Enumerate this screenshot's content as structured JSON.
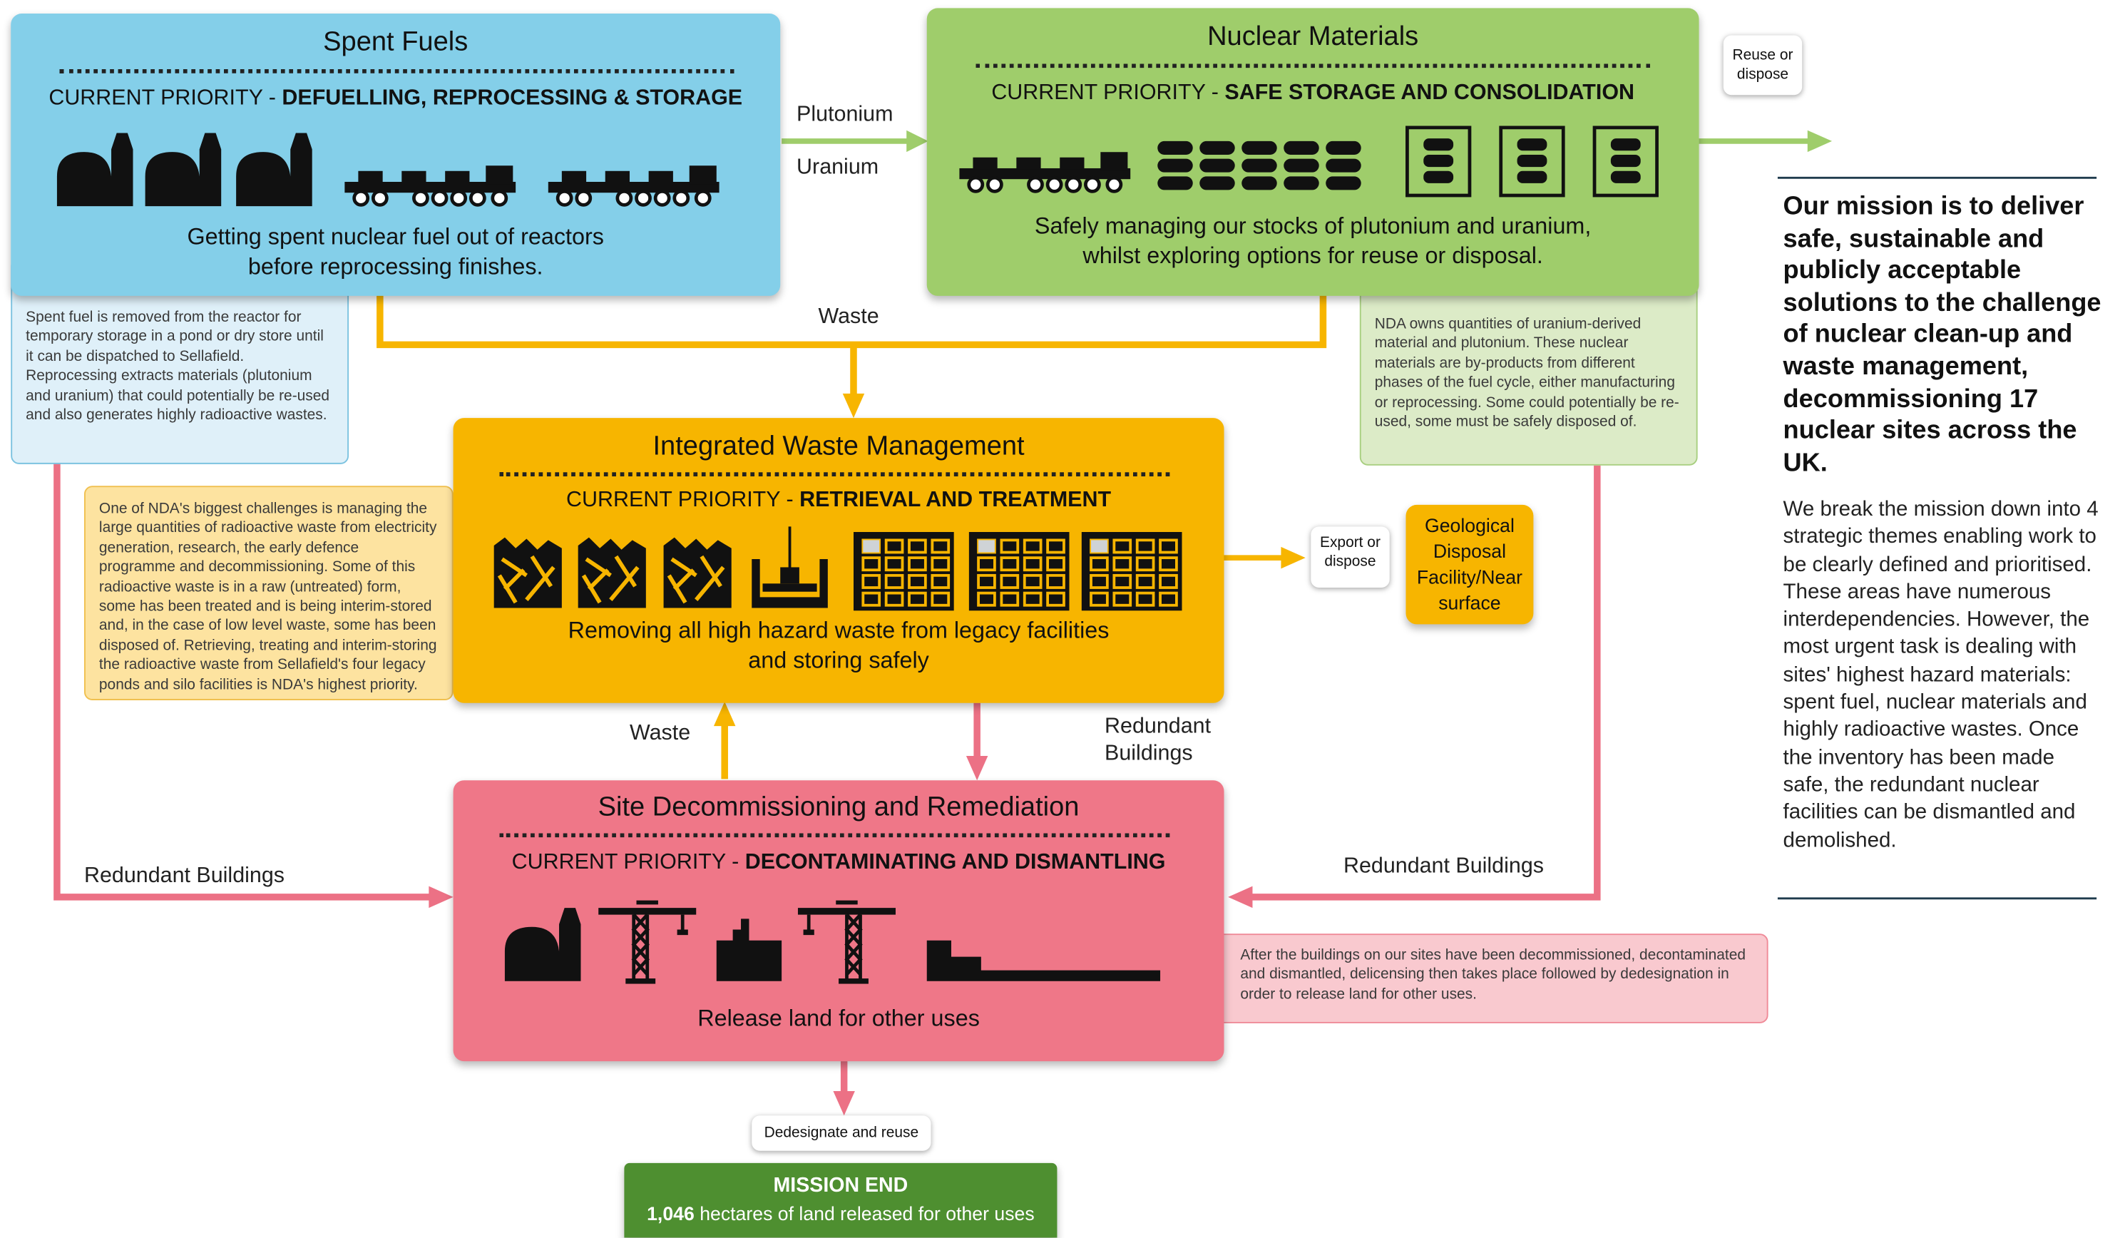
{
  "spent_fuels": {
    "title": "Spent Fuels",
    "priority_prefix": "CURRENT PRIORITY - ",
    "priority": "DEFUELLING, REPROCESSING & STORAGE",
    "description_line1": "Getting spent nuclear fuel out of reactors",
    "description_line2": "before reprocessing finishes.",
    "note": "Spent fuel is removed from the reactor for temporary storage in a pond or dry store until it can be dispatched to Sellafield. Reprocessing extracts materials (plutonium and uranium) that could potentially be re-used and also generates highly radioactive wastes."
  },
  "nuclear_materials": {
    "title": "Nuclear Materials",
    "priority_prefix": "CURRENT PRIORITY - ",
    "priority": "SAFE STORAGE AND CONSOLIDATION",
    "description_line1": "Safely managing our stocks of plutonium and uranium,",
    "description_line2": "whilst exploring options for reuse or disposal.",
    "note": "NDA owns quantities of uranium-derived material and plutonium. These nuclear materials are by-products from different phases of the fuel cycle, either manufacturing or reprocessing. Some could potentially be re-used, some must be safely disposed of."
  },
  "waste_management": {
    "title": "Integrated Waste Management",
    "priority_prefix": "CURRENT PRIORITY - ",
    "priority": "RETRIEVAL AND TREATMENT",
    "description_line1": "Removing all high hazard waste from legacy facilities",
    "description_line2": "and storing safely",
    "note": "One of NDA's biggest challenges is managing the large quantities of radioactive waste from electricity generation, research, the early defence programme and decommissioning. Some of this radioactive waste is in a raw (untreated) form, some has been treated and is being interim-stored and, in the case of low level waste, some has been disposed of. Retrieving, treating and interim-storing the radioactive waste from Sellafield's four legacy ponds and silo facilities is NDA's highest priority."
  },
  "decommissioning": {
    "title": "Site Decommissioning and Remediation",
    "priority_prefix": "CURRENT PRIORITY - ",
    "priority": "DECONTAMINATING AND DISMANTLING",
    "description": "Release land for other uses",
    "note": "After the buildings on our sites have been decommissioned, decontaminated and dismantled, delicensing then takes place followed by dedesignation in order to release land for other uses."
  },
  "flow_labels": {
    "plutonium": "Plutonium",
    "uranium": "Uranium",
    "waste_top": "Waste",
    "waste_mid": "Waste",
    "redundant_mid": "Redundant Buildings",
    "redundant_left": "Redundant Buildings",
    "redundant_right": "Redundant Buildings"
  },
  "tags": {
    "reuse_or_dispose": "Reuse or dispose",
    "export_or_dispose": "Export or dispose",
    "dedesignate": "Dedesignate and reuse"
  },
  "geological": "Geological Disposal Facility/Near surface",
  "mission_end": {
    "title": "MISSION END",
    "figure": "1,046",
    "text": " hectares of land released for other uses"
  },
  "mission": {
    "heading": "Our mission is to deliver safe, sustainable and publicly acceptable solutions to the challenge of nuclear clean-up and waste management, decommissioning 17 nuclear sites across the UK.",
    "body": "We break the mission down into 4 strategic themes enabling work to be clearly defined and prioritised. These areas have numerous interdependencies. However, the most urgent task is dealing with sites' highest hazard materials: spent fuel, nuclear materials and highly radioactive wastes. Once the inventory has been made safe, the redundant nuclear facilities can be dismantled and demolished."
  },
  "colors": {
    "spent_fuels": "#84cfe9",
    "nuclear_materials": "#9fcd6b",
    "waste": "#f7b500",
    "decommissioning": "#ef7788",
    "mission_end": "#4e8f30",
    "green_arrow": "#9fcd6b",
    "yellow_arrow": "#f7b500",
    "pink_arrow": "#ec7185"
  },
  "icons": [
    "reactor-icon",
    "train-icon",
    "container-stack-icon",
    "canister-icon",
    "waste-pile-icon",
    "pond-icon",
    "waste-box-icon",
    "crane-icon",
    "ground-icon"
  ]
}
